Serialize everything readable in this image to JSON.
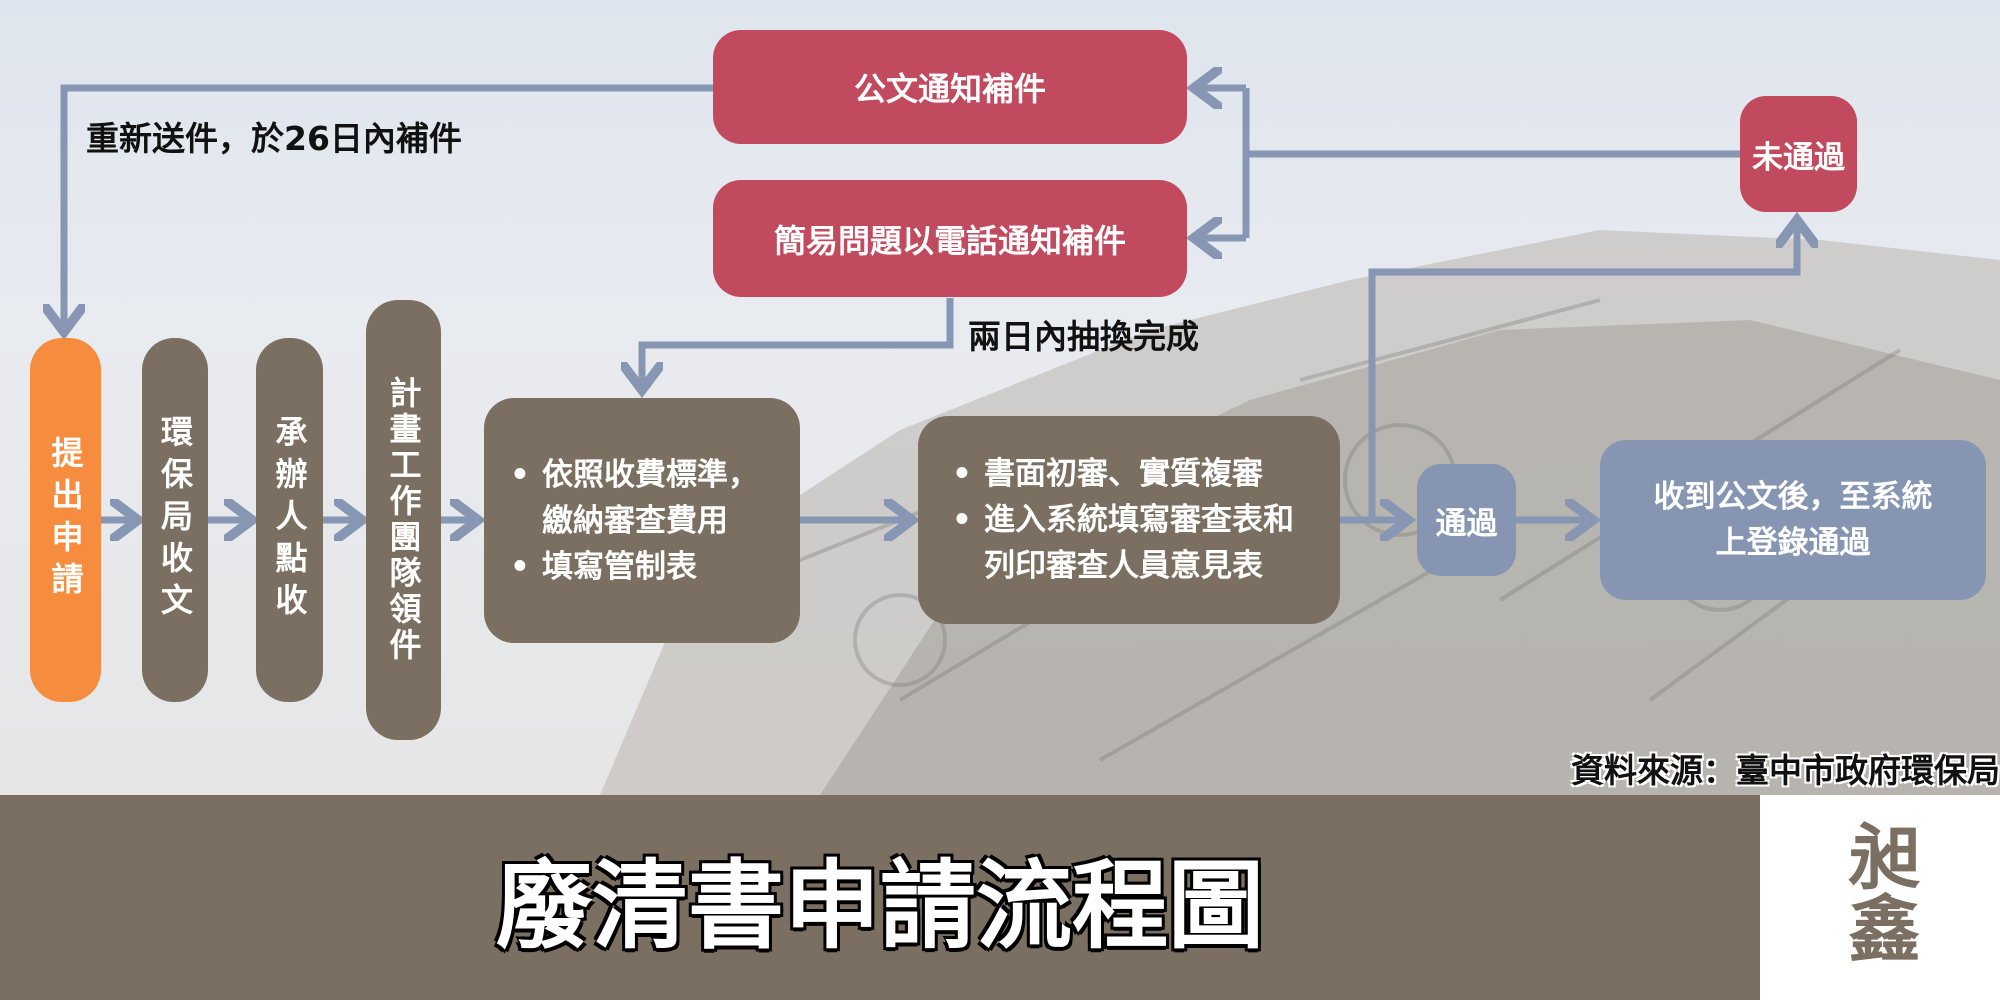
{
  "title": "廢清書申請流程圖",
  "source": "資料來源：臺中市政府環保局",
  "colors": {
    "red": "#c24a5e",
    "brown": "#7b6f62",
    "blue": "#8696b2",
    "orange": "#f68c3d",
    "arrow": "#8797b3"
  },
  "steps": {
    "apply": "提出申請",
    "receive": "環保局收文",
    "check": "承辦人點收",
    "team": "計畫工作團隊領件",
    "fee": {
      "items": [
        "依照收費標準，繳納審查費用",
        "填寫管制表"
      ]
    },
    "review": {
      "items": [
        "書面初審、實質複審",
        "進入系統填寫審查表和列印審查人員意見表"
      ]
    },
    "pass": "通過",
    "fail": "未通過",
    "register": "收到公文後，至系統上登錄通過",
    "official_notice": "公文通知補件",
    "phone_notice": "簡易問題以電話通知補件"
  },
  "labels": {
    "resubmit": "重新送件，於26日內補件",
    "swap": "兩日內抽換完成"
  },
  "logo": {
    "icon": "company-logo-icon",
    "text": "昶鑫"
  }
}
